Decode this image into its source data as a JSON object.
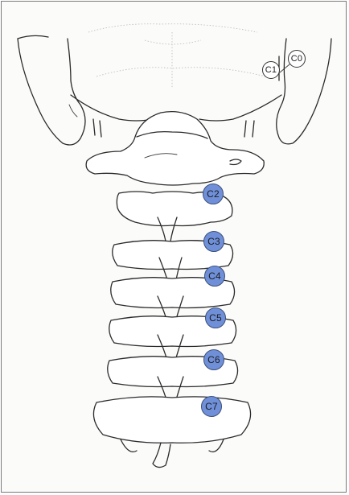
{
  "diagram": {
    "vertebra_labels": [
      {
        "id": "c0",
        "text": "C0",
        "style": "outline"
      },
      {
        "id": "c1",
        "text": "C1",
        "style": "outline"
      },
      {
        "id": "c2",
        "text": "C2",
        "style": "filled"
      },
      {
        "id": "c3",
        "text": "C3",
        "style": "filled"
      },
      {
        "id": "c4",
        "text": "C4",
        "style": "filled"
      },
      {
        "id": "c5",
        "text": "C5",
        "style": "filled"
      },
      {
        "id": "c6",
        "text": "C6",
        "style": "filled"
      },
      {
        "id": "c7",
        "text": "C7",
        "style": "filled"
      }
    ],
    "colors": {
      "label_fill": "#6f90d9",
      "label_stroke": "#3c4f7a",
      "line": "#2b2b2b",
      "background": "#fbfbfa"
    }
  }
}
